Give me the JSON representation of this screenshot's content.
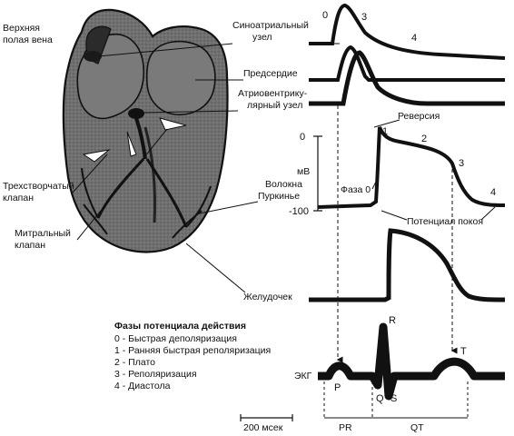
{
  "labels": {
    "vena_cava": [
      "Верхняя",
      "полая вена"
    ],
    "sa_node": [
      "Синоатриальный",
      "узел"
    ],
    "atrium": "Предсердие",
    "av_node": [
      "Атриовентрику-",
      "лярный узел"
    ],
    "reversion": "Реверсия",
    "purkinje": [
      "Волокна",
      "Пуркинье"
    ],
    "tricuspid": [
      "Трехстворчатый",
      "клапан"
    ],
    "mitral": [
      "Митральный",
      "клапан"
    ],
    "ventricle": "Желудочек",
    "phase0": "Фаза 0",
    "resting": "Потенциал покоя",
    "mv": "мВ",
    "v_top": "0",
    "v_bottom": "-100",
    "ecg": "ЭКГ",
    "scale": "200 мсек"
  },
  "sa_numbers": [
    "0",
    "3",
    "4"
  ],
  "purkinje_numbers": [
    "1",
    "2",
    "3",
    "4"
  ],
  "ecg_waves": [
    "P",
    "Q",
    "R",
    "S",
    "T"
  ],
  "intervals": [
    "PR",
    "QT"
  ],
  "legend": {
    "title": "Фазы потенциала действия",
    "items": [
      "0 - Быстрая деполяризация",
      "1 - Ранняя быстрая реполяризация",
      "2 - Плато",
      "3 - Реполяризация",
      "4 - Диастола"
    ]
  },
  "colors": {
    "ink": "#111111",
    "tissue": "#6e6e6e",
    "tissue_dark": "#3a3a3a",
    "paper": "#ffffff"
  }
}
